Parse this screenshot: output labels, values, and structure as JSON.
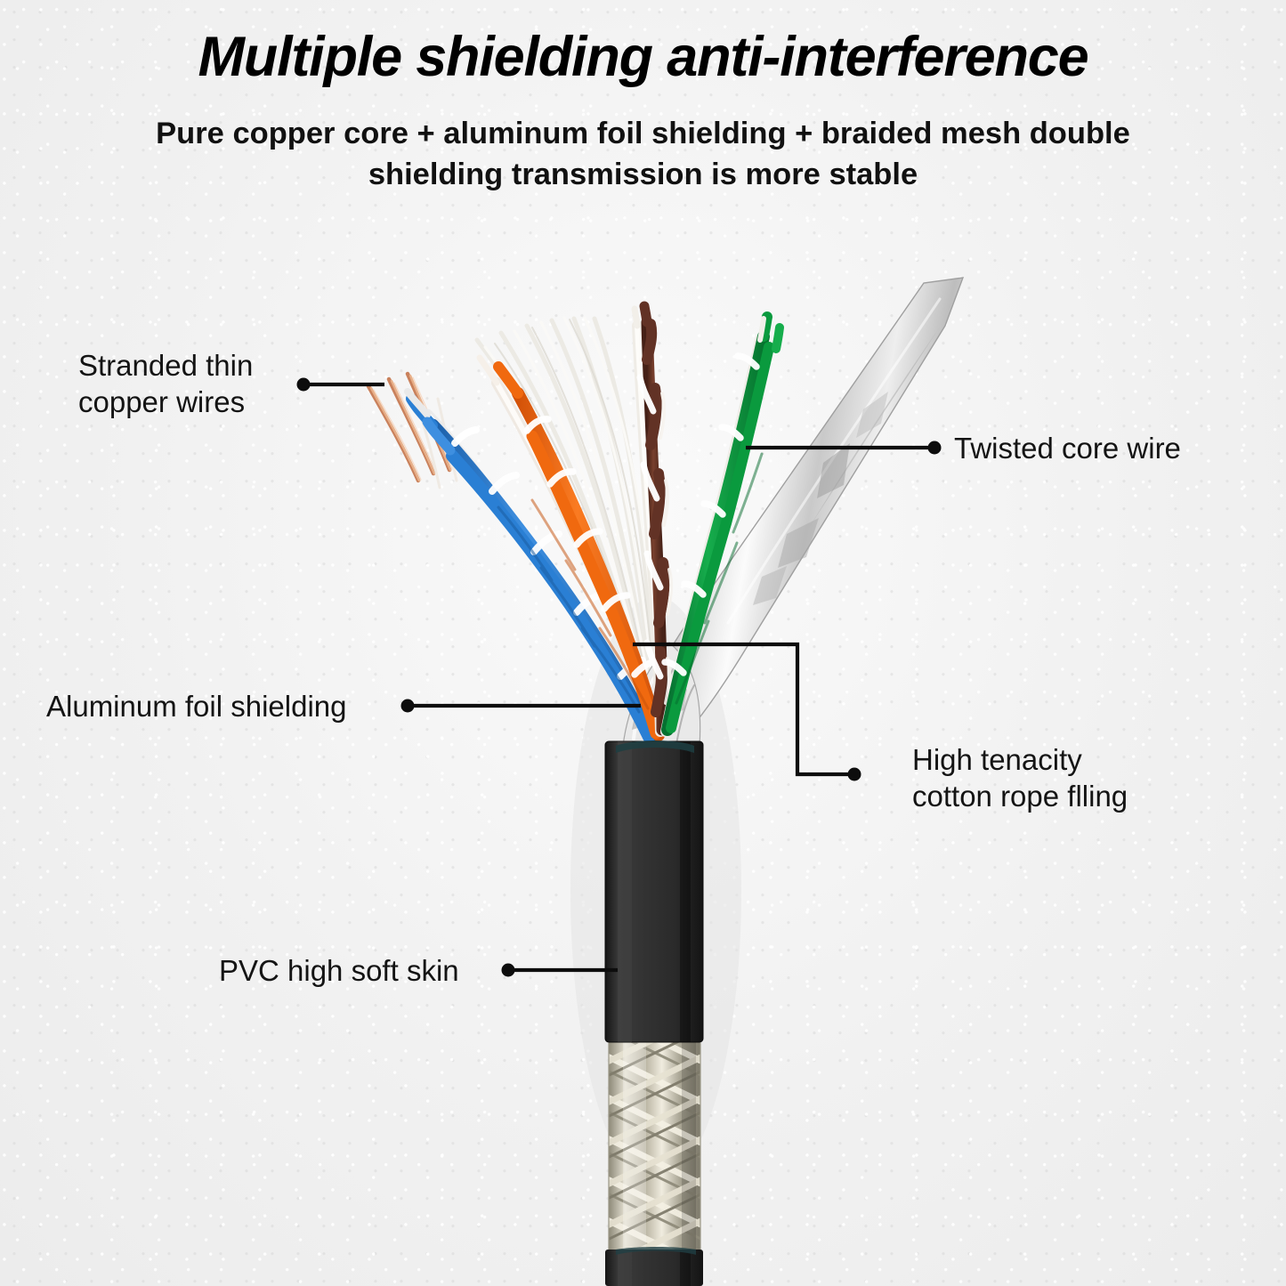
{
  "header": {
    "title": "Multiple shielding anti-interference",
    "subtitle": "Pure copper core + aluminum foil shielding + braided mesh double shielding transmission is more stable"
  },
  "annotations": [
    {
      "id": "stranded-thin-copper-wires",
      "text": "Stranded thin\ncopper wires",
      "side": "left"
    },
    {
      "id": "twisted-core-wire",
      "text": "Twisted core wire",
      "side": "right"
    },
    {
      "id": "aluminum-foil-shielding",
      "text": "Aluminum foil shielding",
      "side": "left"
    },
    {
      "id": "high-tenacity-cotton-rope",
      "text": "High tenacity\ncotton rope flling",
      "side": "right"
    },
    {
      "id": "pvc-high-soft-skin",
      "text": "PVC high soft skin",
      "side": "left"
    }
  ],
  "colors": {
    "background": "#f1f1f1",
    "text": "#141414",
    "leader_line": "#0d0d0d",
    "wire_blue": "#2a7fd4",
    "wire_orange": "#f0690f",
    "wire_brown": "#623225",
    "wire_green": "#0a9a3e",
    "wire_white": "#f2f0ec",
    "copper_strand": "#d9946c",
    "aluminum_foil": "#cfcfcf",
    "braided_mesh": "#c3bfb0",
    "pvc_jacket": "#2c2c2c"
  },
  "figure": {
    "caption": "Cut-away cross-section of a shielded Cat-type network cable showing fanned-out twisted pairs, cotton rope filler, aluminum foil wrap, braided mesh shield and black PVC outer jacket."
  }
}
